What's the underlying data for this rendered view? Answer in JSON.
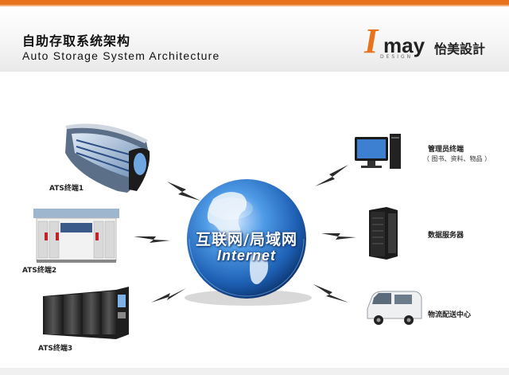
{
  "header": {
    "title_cn": "自助存取系统架构",
    "title_en": "Auto Storage System Architecture"
  },
  "logo": {
    "letter": "I",
    "word": "may",
    "cn": "怡美設計",
    "sub": "DESIGN"
  },
  "center": {
    "label_cn": "互联网/局域网",
    "label_en": "Internet"
  },
  "left_nodes": [
    {
      "label": "ATS终端1"
    },
    {
      "label": "ATS终端2"
    },
    {
      "label": "ATS终端3"
    }
  ],
  "right_nodes": [
    {
      "label": "管理员终端",
      "caption": "（ 图书、资料、物品 ）"
    },
    {
      "label": "数据服务器"
    },
    {
      "label": "物流配送中心"
    }
  ],
  "colors": {
    "accent": "#e8731e",
    "globe_blue": "#1d5fb3"
  }
}
